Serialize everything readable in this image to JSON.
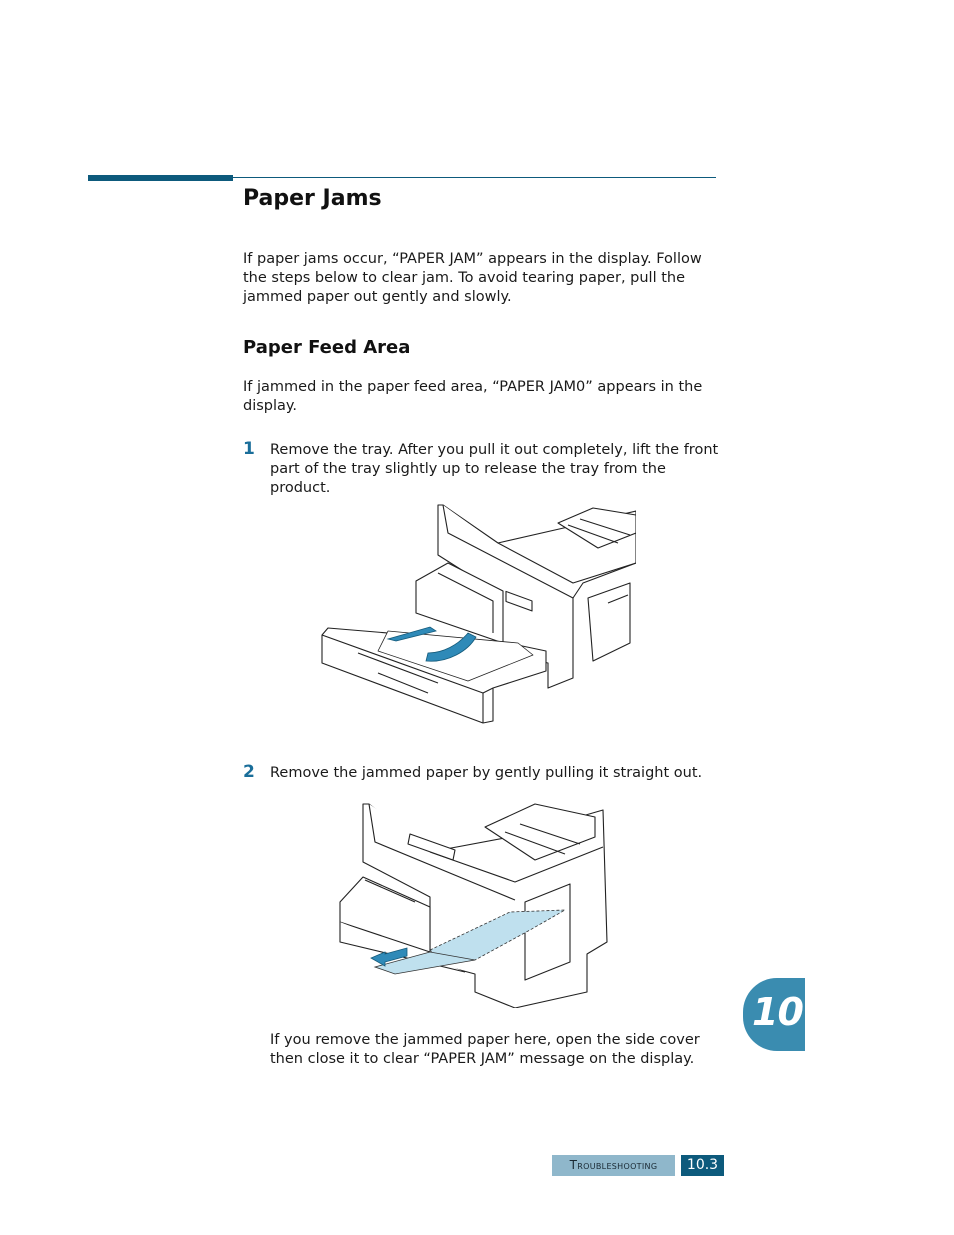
{
  "section_title": "Paper Jams",
  "intro": "If paper jams occur, “PAPER JAM” appears in the display. Follow the steps below to clear jam. To avoid tearing paper, pull the jammed paper out gently and slowly.",
  "subsection_title": "Paper Feed Area",
  "subsection_intro": "If jammed in the paper feed area, “PAPER JAM0” appears in the display.",
  "steps": [
    {
      "number": "1",
      "text": "Remove the tray. After you pull it out completely, lift the front part of the tray slightly up to release the tray from the product."
    },
    {
      "number": "2",
      "text": "Remove the jammed paper by gently pulling it straight out."
    }
  ],
  "note": "If you remove the jammed paper here, open the side cover then close it to clear “PAPER JAM” message on the display.",
  "chapter_tab": "10",
  "footer": {
    "section": "Troubleshooting",
    "page": "10.3"
  },
  "colors": {
    "accent_dark": "#0d5a7c",
    "accent_light": "#8fb7cb",
    "tab": "#3a8cb0",
    "arrow": "#2f8ab8",
    "paper_highlight": "#bfe0ee"
  },
  "illustrations": [
    "printer-tray-removal",
    "printer-jammed-paper-removal"
  ]
}
